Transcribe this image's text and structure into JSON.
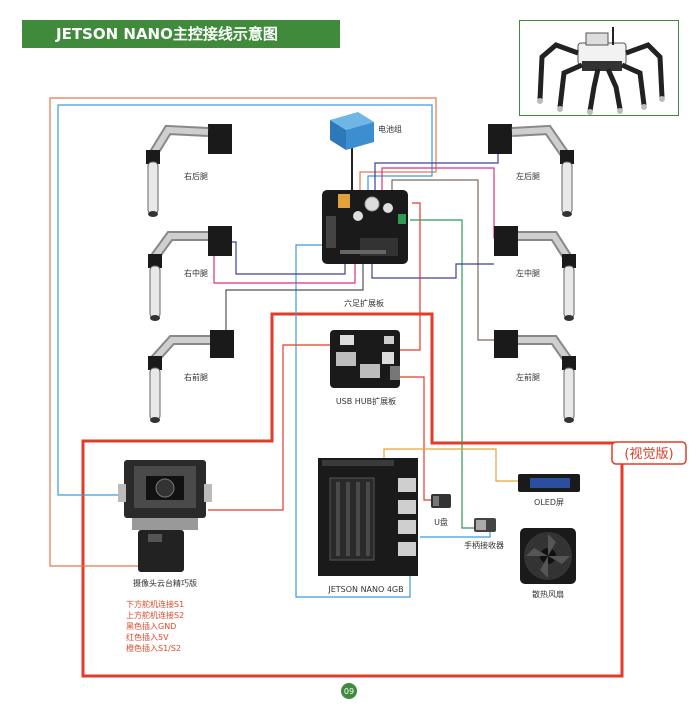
{
  "title": "JETSON NANO主控接线示意图",
  "legs": {
    "right_rear": "右后腿",
    "right_middle": "右中腿",
    "right_front": "右前腿",
    "left_rear": "左后腿",
    "left_middle": "左中腿",
    "left_front": "左前腿"
  },
  "battery": "电池组",
  "hexapod_board": "六足扩展板",
  "usb_hub": "USB HUB扩展板",
  "vision_badge": "(视觉版)",
  "jetson": "JETSON NANO 4GB",
  "u_disk": "U盘",
  "oled": "OLED屏",
  "receiver": "手柄接收器",
  "fan": "散热风扇",
  "camera_mount": "摄像头云台精巧版",
  "notes": [
    "下方舵机连接S1",
    "上方舵机连接S2",
    "黑色插入GND",
    "红色插入5V",
    "橙色插入S1/S2"
  ],
  "page_number": "09",
  "colors": {
    "title_green": "#3f8a3b",
    "vision_frame": "#e23b2a",
    "note_text": "#e2472b",
    "wire_orange": "#e3794f",
    "wire_blue": "#3a9ad9",
    "wire_navy": "#3d3f9a",
    "wire_magenta": "#d8337c",
    "wire_green": "#2e9a54",
    "wire_brown": "#7d6a5a",
    "wire_gold": "#e6a23c",
    "battery_blue": "#3b8fd0"
  }
}
